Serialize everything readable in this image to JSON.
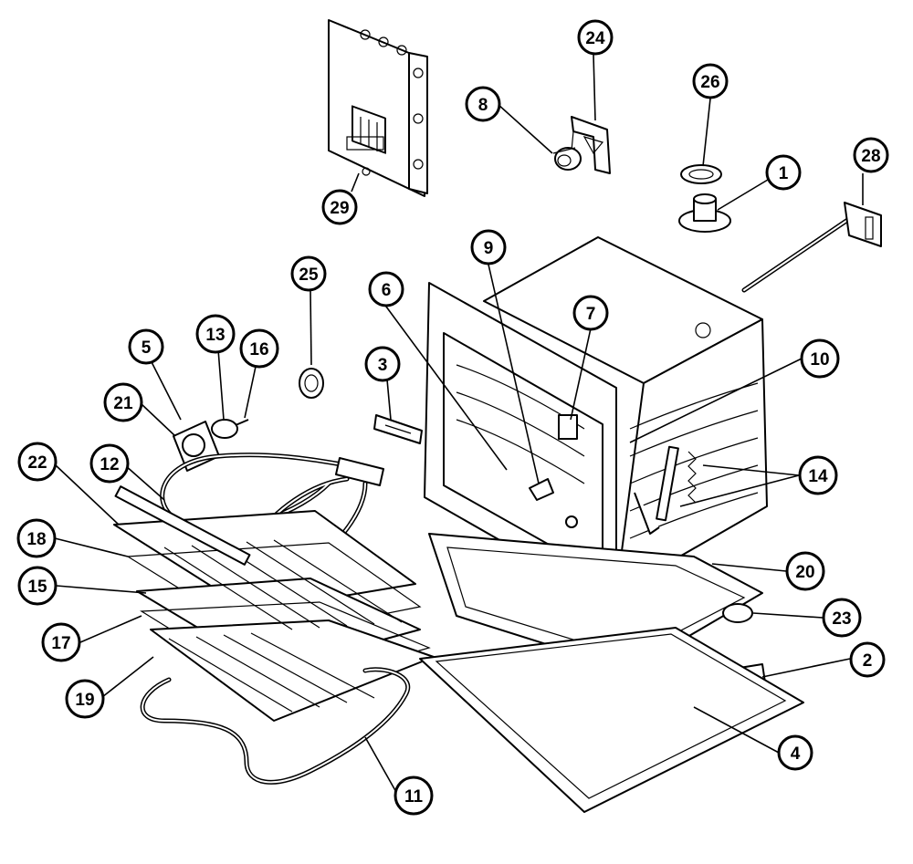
{
  "diagram": {
    "callouts": [
      {
        "id": "c1",
        "label": "1"
      },
      {
        "id": "c2",
        "label": "2"
      },
      {
        "id": "c3",
        "label": "3"
      },
      {
        "id": "c4",
        "label": "4"
      },
      {
        "id": "c5",
        "label": "5"
      },
      {
        "id": "c6",
        "label": "6"
      },
      {
        "id": "c7",
        "label": "7"
      },
      {
        "id": "c8",
        "label": "8"
      },
      {
        "id": "c9",
        "label": "9"
      },
      {
        "id": "c10",
        "label": "10"
      },
      {
        "id": "c11",
        "label": "11"
      },
      {
        "id": "c12",
        "label": "12"
      },
      {
        "id": "c13",
        "label": "13"
      },
      {
        "id": "c14",
        "label": "14"
      },
      {
        "id": "c15",
        "label": "15"
      },
      {
        "id": "c16",
        "label": "16"
      },
      {
        "id": "c17",
        "label": "17"
      },
      {
        "id": "c18",
        "label": "18"
      },
      {
        "id": "c19",
        "label": "19"
      },
      {
        "id": "c20",
        "label": "20"
      },
      {
        "id": "c21",
        "label": "21"
      },
      {
        "id": "c22",
        "label": "22"
      },
      {
        "id": "c23",
        "label": "23"
      },
      {
        "id": "c24",
        "label": "24"
      },
      {
        "id": "c25",
        "label": "25"
      },
      {
        "id": "c26",
        "label": "26"
      },
      {
        "id": "c28",
        "label": "28"
      },
      {
        "id": "c29",
        "label": "29"
      }
    ],
    "colors": {
      "line": "#000000",
      "background": "#ffffff"
    }
  }
}
